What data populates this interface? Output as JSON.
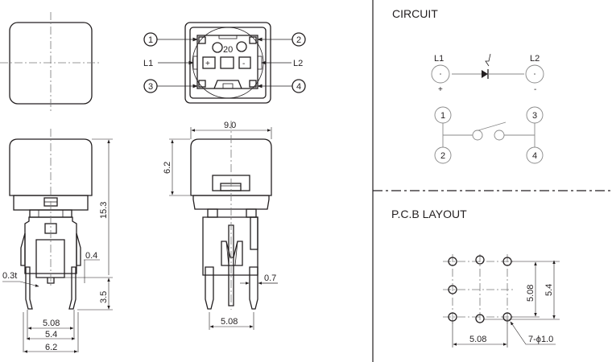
{
  "sections": {
    "circuit_title": "CIRCUIT",
    "pcb_title": "P.C.B LAYOUT"
  },
  "top_view": {
    "pins": [
      "1",
      "2",
      "3",
      "4"
    ],
    "led_labels": [
      "L1",
      "L2"
    ],
    "polarity": [
      "+",
      "-"
    ],
    "part_code": "20"
  },
  "front_view": {
    "height": "15.3",
    "leg_offset": "0.4",
    "leg_length": "3.5",
    "thickness": "0.3t",
    "pitch": "5.08",
    "leg_span": "5.4",
    "width": "6.2"
  },
  "side_view": {
    "width": "9.0",
    "cap_height": "6.2",
    "pin_width": "0.7",
    "pitch": "5.08"
  },
  "circuit": {
    "led_left": "L1",
    "led_right": "L2",
    "plus": "+",
    "minus": "-",
    "switch_pins": [
      "1",
      "2",
      "3",
      "4"
    ]
  },
  "pcb": {
    "pitch_x": "5.08",
    "pitch_y": "5.08",
    "span_y": "5.4",
    "holes": "7-ϕ1.0"
  }
}
